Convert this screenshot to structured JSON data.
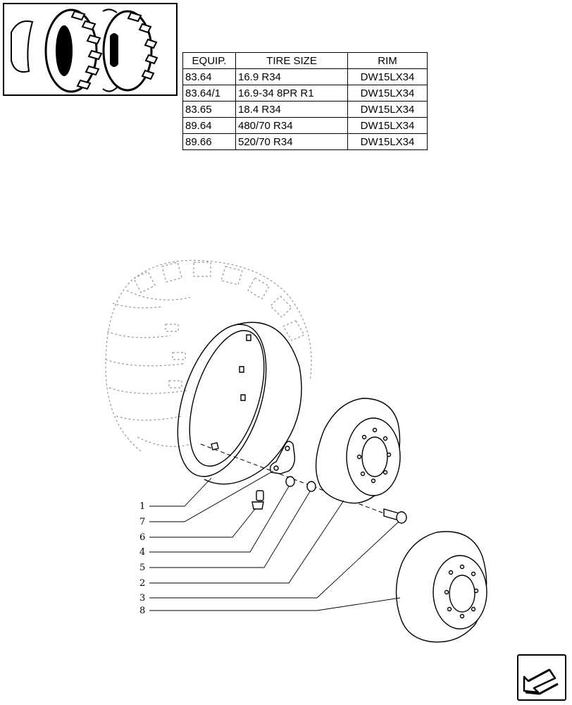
{
  "spec_table": {
    "headers": [
      "EQUIP.",
      "TIRE SIZE",
      "RIM"
    ],
    "rows": [
      [
        "83.64",
        "16.9  R34",
        "DW15LX34"
      ],
      [
        "83.64/1",
        "16.9-34 8PR R1",
        "DW15LX34"
      ],
      [
        "83.65",
        "18.4  R34",
        "DW15LX34"
      ],
      [
        "89.64",
        "480/70 R34",
        "DW15LX34"
      ],
      [
        "89.66",
        "520/70 R34",
        "DW15LX34"
      ]
    ]
  },
  "callouts": [
    "1",
    "7",
    "6",
    "4",
    "5",
    "2",
    "3",
    "8"
  ],
  "icons": {
    "thumbnail": "tractor-wheel-thumbnail-icon",
    "nav": "next-page-arrow-icon"
  }
}
